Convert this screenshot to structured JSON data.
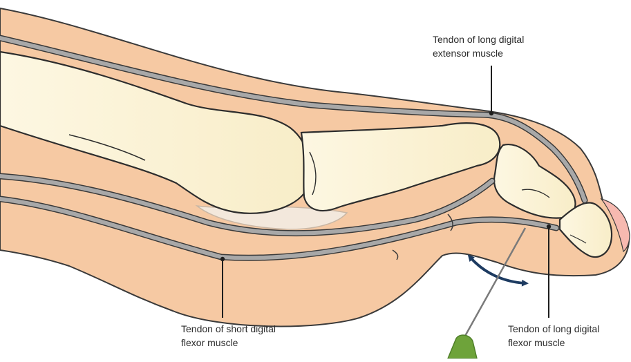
{
  "labels": {
    "long_extensor": [
      "Tendon of long digital",
      "extensor muscle"
    ],
    "short_flexor": [
      "Tendon of short digital",
      "flexor muscle"
    ],
    "long_flexor": [
      "Tendon of long digital",
      "flexor muscle"
    ]
  },
  "colors": {
    "skin_fill": "#f6c9a3",
    "skin_outline": "#3a3a3a",
    "bone_fill": "#fbf3d8",
    "tendon": "#a8a8a8",
    "pad": "#f3e8dc",
    "nail": "#f7b9b0",
    "arrow": "#1d3b61",
    "needle_hub": "#6ea33a",
    "needle_shaft": "#7a7a7a"
  }
}
